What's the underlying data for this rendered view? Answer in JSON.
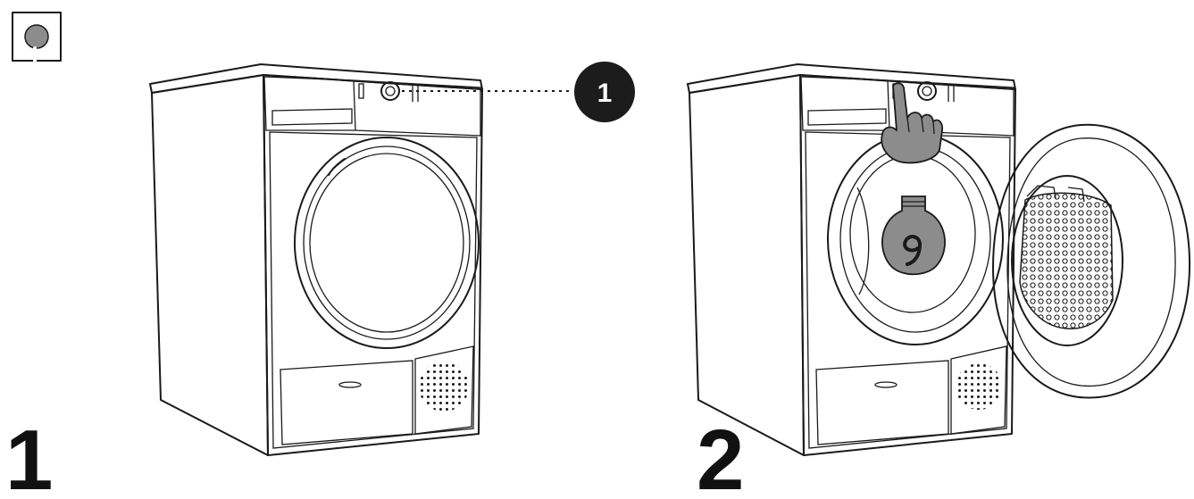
{
  "steps": [
    {
      "number": "1"
    },
    {
      "number": "2"
    }
  ],
  "callout": {
    "label": "1"
  },
  "colors": {
    "line": "#1a1a1a",
    "grey_fill": "#8c8c8c",
    "callout_fill": "#1c1c1c",
    "background": "#ffffff"
  },
  "icons": [
    "power-socket-icon",
    "pointing-hand-icon",
    "light-bulb-icon",
    "filter-mesh-icon"
  ]
}
